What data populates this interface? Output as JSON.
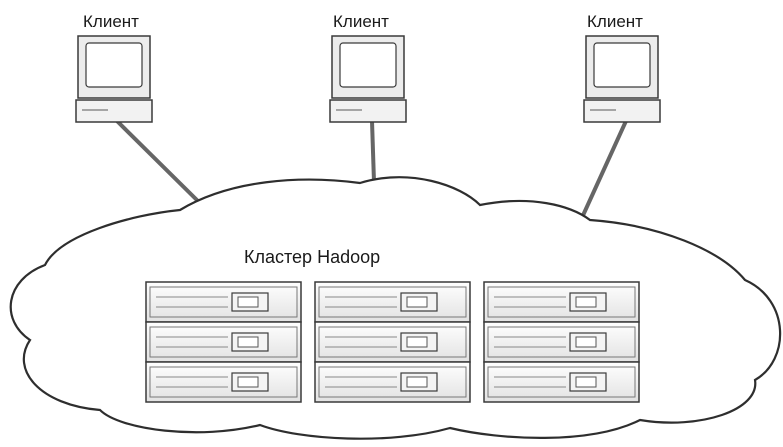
{
  "clients": [
    {
      "label": "Клиент"
    },
    {
      "label": "Клиент"
    },
    {
      "label": "Клиент"
    }
  ],
  "cluster": {
    "label": "Кластер Hadoop",
    "rows": 3,
    "columns": 3
  },
  "colors": {
    "outline": "#3a3a3a",
    "panel_fill": "#f0f0f0",
    "link": "#666666"
  },
  "icons": {
    "client": "computer-monitor-icon",
    "node": "rack-server-icon"
  }
}
